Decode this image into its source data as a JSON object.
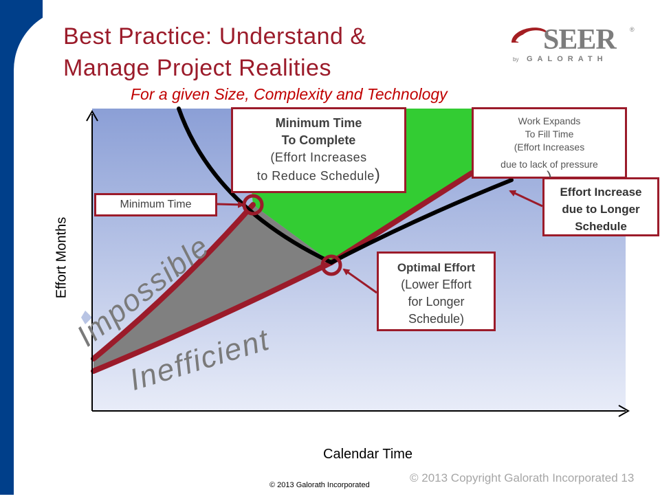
{
  "slide": {
    "title_line1": "Best Practice: Understand &",
    "title_line2": "Manage Project Realities",
    "subtitle": "For a given Size, Complexity and Technology"
  },
  "logo": {
    "word": "SEER",
    "registered": "®",
    "by": "by",
    "company": "GALORATH"
  },
  "axes": {
    "y_label": "Effort Months",
    "x_label": "Calendar Time"
  },
  "regions": {
    "impossible": "Impossible",
    "inefficient": "Inefficient"
  },
  "callouts": {
    "minimum_time_to_complete": {
      "line1": "Minimum Time",
      "line2": "To Complete",
      "line3": "(Effort Increases",
      "line4": "to Reduce Schedule",
      "close": ")"
    },
    "work_expands": {
      "line1": "Work Expands",
      "line2": "To Fill Time",
      "line3": "(Effort Increases",
      "line4": "due to lack of pressure",
      "close": ")"
    },
    "effort_increase": {
      "line1": "Effort Increase",
      "line2": "due to Longer",
      "line3": "Schedule"
    },
    "minimum_time": {
      "label": "Minimum Time"
    },
    "optimal_effort": {
      "line1": "Optimal Effort",
      "line2": "(Lower Effort",
      "line3": "for Longer",
      "line4": "Schedule)"
    }
  },
  "footer": {
    "copyright_small": "© 2013 Galorath Incorporated",
    "copyright_right": "© 2013 Copyright Galorath Incorporated 13"
  },
  "colors": {
    "title": "#9b1b2a",
    "subtitle": "#c00000",
    "accent_red": "#9b1b2a",
    "green_region": "#33cc33",
    "gray_region": "#808080",
    "sidebar_blue": "#003f8a"
  }
}
